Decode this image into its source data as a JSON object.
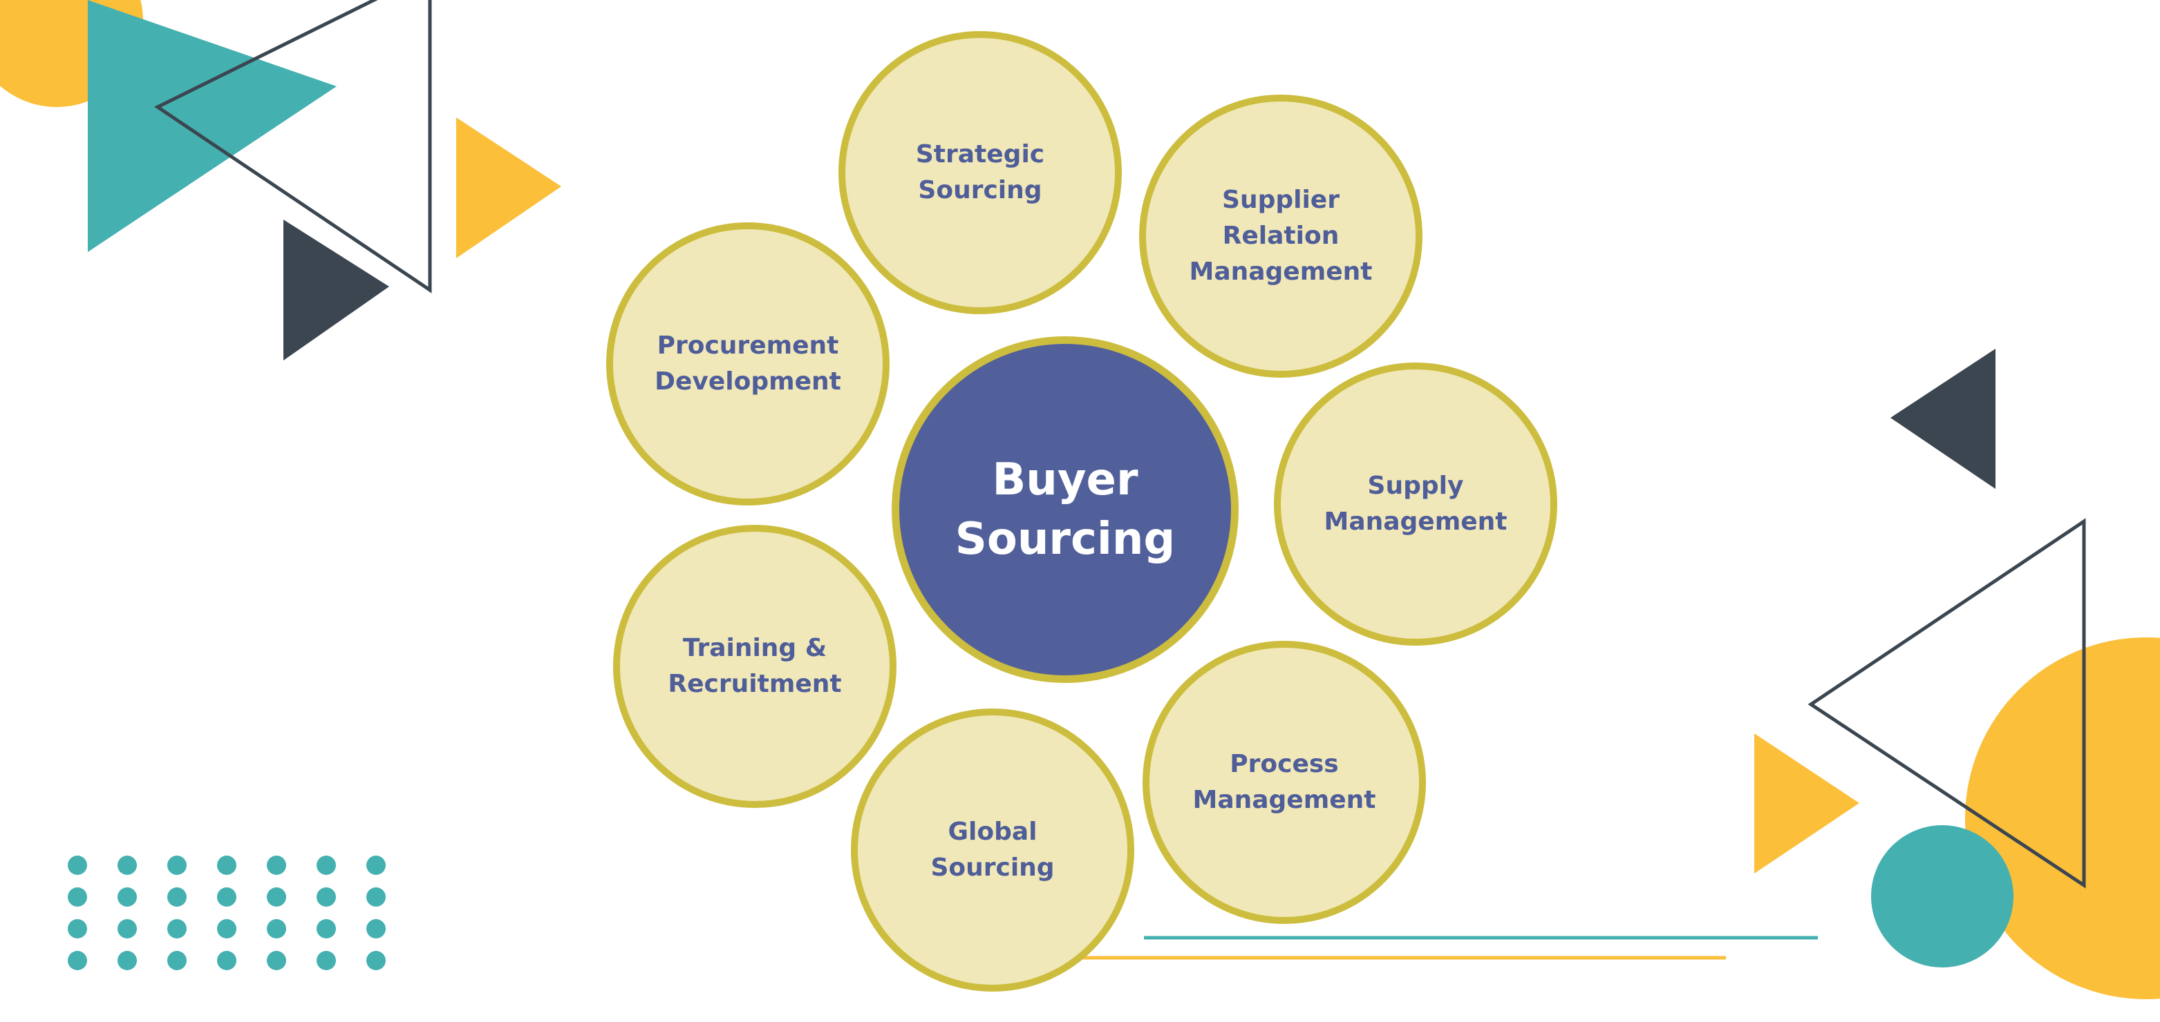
{
  "diagram": {
    "center": "Buyer\nSourcing",
    "nodes": [
      "Strategic\nSourcing",
      "Supplier Relation\nManagement",
      "Procurement\nDevelopment",
      "Supply\nManagement",
      "Training &\nRecruitment",
      "Process\nManagement",
      "Global\nSourcing"
    ]
  },
  "colors": {
    "teal": "#45b0b0",
    "yellow": "#fbbf3a",
    "navy": "#3b4650",
    "node_fill": "#f0e8b8",
    "node_border": "#cdbd3e",
    "center_fill": "#51609a",
    "node_text": "#4f5d99"
  }
}
